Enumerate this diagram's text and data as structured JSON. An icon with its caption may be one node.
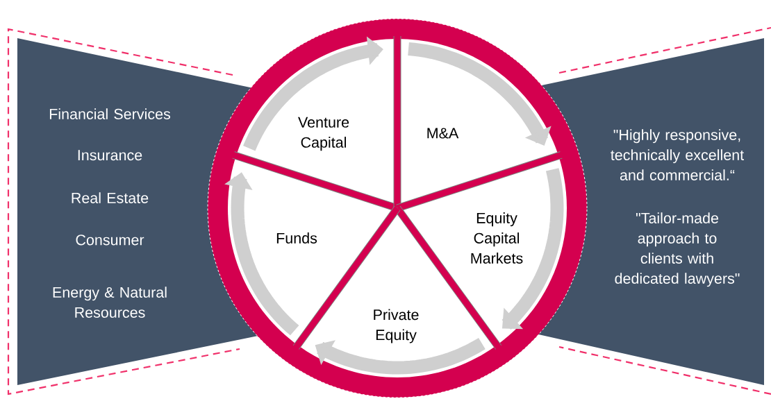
{
  "diagram": {
    "nodes": [
      {
        "text": [
          "Financial Services",
          "Insurance",
          "Real Estate",
          "Consumer",
          "Energy & Natural Resources"
        ]
      },
      {
        "text": [],
        "shape": "circle"
      },
      {
        "text": [
          "Venture Capital"
        ],
        "in": 1
      },
      {
        "text": [
          "M&A"
        ],
        "in": 1
      },
      {
        "text": [
          "Equity Capital Markets"
        ],
        "in": 1
      },
      {
        "text": [
          "Private Equity"
        ],
        "in": 1
      },
      {
        "text": [
          "Funds"
        ],
        "in": 1
      },
      {
        "text": [
          "\"Highly responsive, technically excellent and commercial.“",
          "\"Tailor-made approach to clients with dedicated lawyers\""
        ]
      }
    ]
  }
}
